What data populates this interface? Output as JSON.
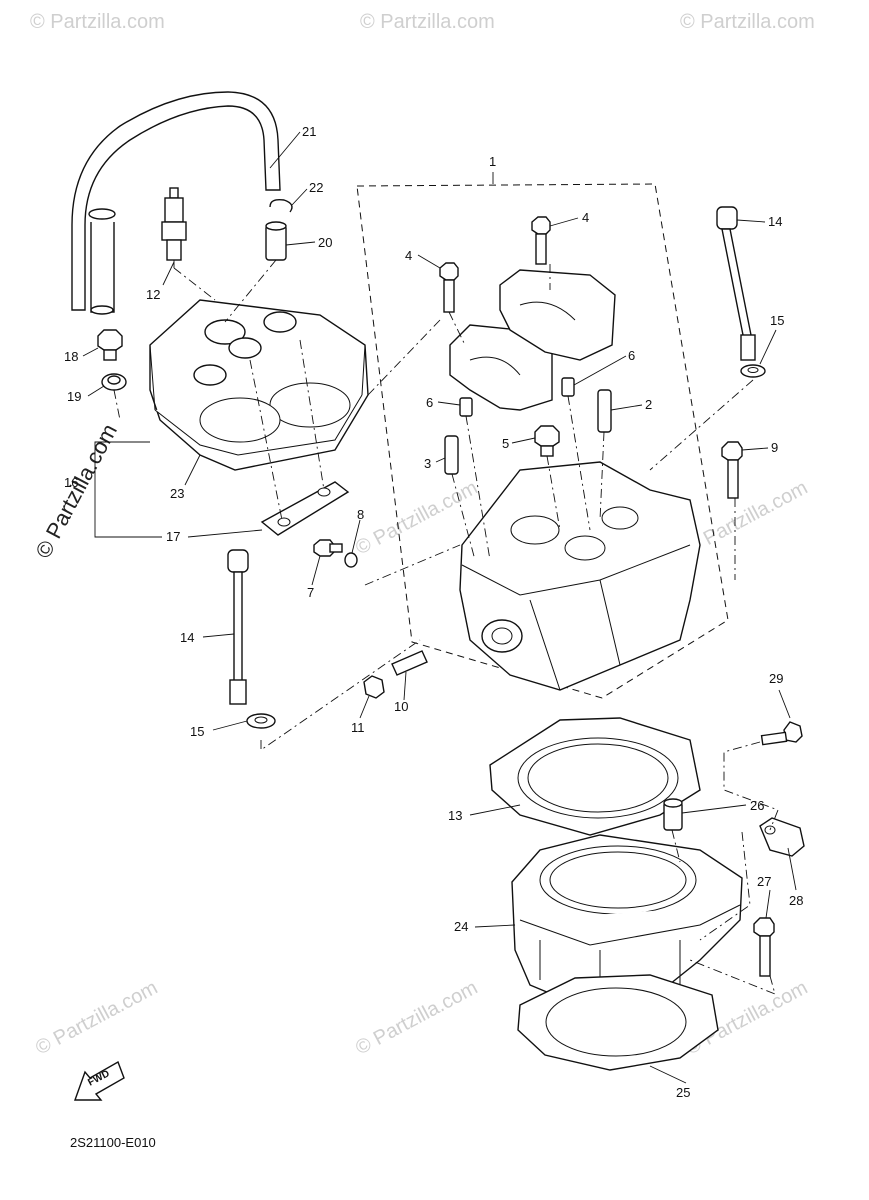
{
  "diagram": {
    "code": "2S21100-E010",
    "fwd_label": "FWD",
    "watermark_text": "© Partzilla.com",
    "side_watermark": "© Partzilla.com",
    "callouts": [
      "1",
      "2",
      "3",
      "4",
      "4",
      "5",
      "6",
      "6",
      "7",
      "8",
      "9",
      "10",
      "11",
      "12",
      "13",
      "14",
      "14",
      "15",
      "15",
      "16",
      "17",
      "18",
      "19",
      "20",
      "21",
      "22",
      "23",
      "24",
      "25",
      "26",
      "27",
      "28",
      "29"
    ]
  }
}
